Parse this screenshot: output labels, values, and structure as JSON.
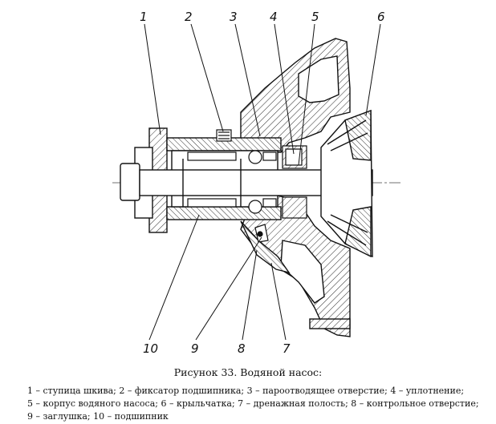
{
  "figure": {
    "callouts": [
      {
        "id": "1",
        "label": "1"
      },
      {
        "id": "2",
        "label": "2"
      },
      {
        "id": "3",
        "label": "3"
      },
      {
        "id": "4",
        "label": "4"
      },
      {
        "id": "5",
        "label": "5"
      },
      {
        "id": "6",
        "label": "6"
      },
      {
        "id": "7",
        "label": "7"
      },
      {
        "id": "8",
        "label": "8"
      },
      {
        "id": "9",
        "label": "9"
      },
      {
        "id": "10",
        "label": "10"
      }
    ]
  },
  "caption": "Рисунок 33. Водяной насос:",
  "legend": {
    "line1": "1 – ступица шкива; 2 – фиксатор подшипника; 3 – пароотводящее отверстие; 4 – уплотнение;",
    "line2": "5 – корпус водяного насоса; 6 – крыльчатка; 7 – дренажная полость; 8 – контрольное отверстие;",
    "line3": "9 – заглушка; 10 – подшипник"
  }
}
